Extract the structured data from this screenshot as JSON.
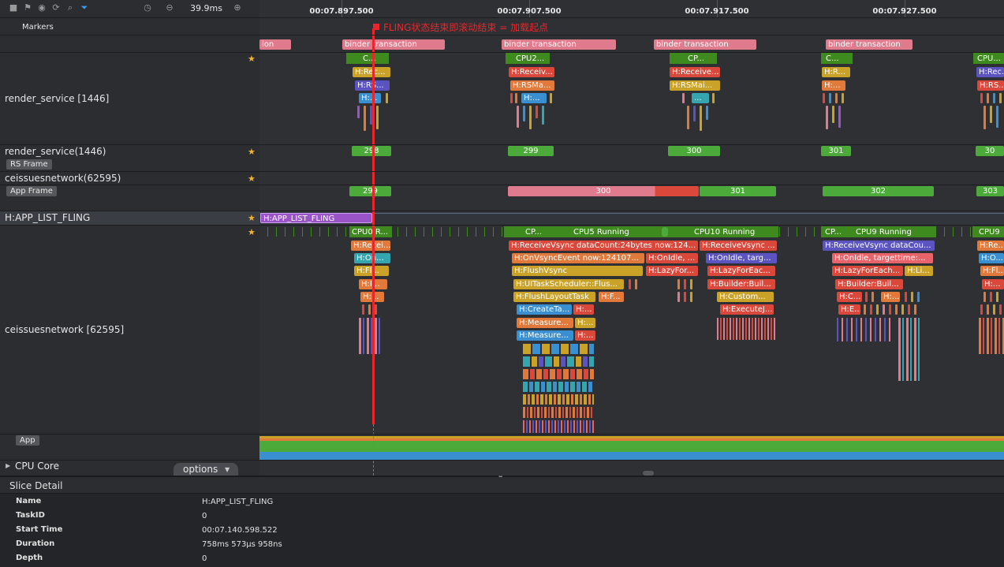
{
  "toolbar": {
    "zoom_value": "39.9ms",
    "icons": [
      "square-icon",
      "flag-icon",
      "record-icon",
      "capture-icon",
      "search-icon",
      "filter-icon",
      "timer-icon",
      "zoom-out-icon",
      "zoom-in-icon"
    ]
  },
  "timeline": {
    "ticks": [
      "00:07.897.500",
      "00:07.907.500",
      "00:07.917.500",
      "00:07.927.500"
    ]
  },
  "annotation": {
    "text": "FLING状态结束即滚动结束 = 加载起点",
    "color": "#e8262c"
  },
  "rows": {
    "markers": "Markers",
    "render_service_process": "render_service [1446]",
    "render_service_frame": "render_service(1446)",
    "rs_frame_tag": "RS Frame",
    "app_process_frame": "ceissuesnetwork(62595)",
    "app_frame_tag": "App Frame",
    "fling_row": "H:APP_LIST_FLING",
    "app_process": "ceissuesnetwork [62595]",
    "app_tag": "App",
    "cpu_core": "CPU Core",
    "options_label": "options"
  },
  "slices": {
    "binder": [
      "ion",
      "binder transaction",
      "binder transaction",
      "binder transaction",
      "binder transaction"
    ],
    "rs_cpu": [
      "C...",
      "CPU2...",
      "CP...",
      "C...",
      "CPU..."
    ],
    "rs_l1": [
      "H:Rec...",
      "H:Receiv...",
      "H:Receive...",
      "H:R...",
      "H:Rec..."
    ],
    "rs_l2": [
      "H:RS...",
      "H:RSMa...",
      "H:RSMai...",
      "H:...",
      "H:RS..."
    ],
    "rs_l3": [
      "H:...",
      "H:...",
      "...",
      "",
      ""
    ],
    "rs_frames": [
      "298",
      "299",
      "300",
      "301",
      "30"
    ],
    "app_frames": [
      "299",
      "300",
      "301",
      "302",
      "303"
    ],
    "fling": "H:APP_LIST_FLING",
    "app_cpu": [
      "CPU0 R...",
      "CP...",
      "CPU5 Running",
      "CPU10 Running",
      "CP...",
      "CPU9 Running",
      "CPU9"
    ],
    "app_l1": [
      "H:Recei...",
      "H:ReceiveVsync dataCount:24bytes now:124...",
      "H:ReceiveVsync ...",
      "H:ReceiveVsync dataCou...",
      "H:Re..."
    ],
    "app_l2": [
      "H:On...",
      "H:OnVsyncEvent now:124107...",
      "H:OnIdle, ...",
      "H:OnIdle, targ...",
      "H:OnIdle, targettime:...",
      "H:O..."
    ],
    "app_l3": [
      "H:Fl...",
      "H:FlushVsync",
      "H:LazyFor...",
      "H:LazyForEac...",
      "H:LazyForEach...",
      "H:Li...",
      "H:Fl..."
    ],
    "app_l4": [
      "H:I...",
      "H:UITaskScheduler::Flus...",
      "H:Builder:Buil...",
      "H:Builder:Buil...",
      "H:..."
    ],
    "app_l5": [
      "H:...",
      "H:FlushLayoutTask",
      "H:F...",
      "H:Custom...",
      "H:C...",
      "H:..."
    ],
    "app_l6": [
      "H:CreateTa...",
      "H:...",
      "H:ExecuteJ...",
      "H:E..."
    ],
    "app_l7": [
      "H:Measure...",
      "H:..."
    ],
    "app_l8": [
      "H:Measure...",
      "H:..."
    ]
  },
  "detail": {
    "title": "Slice Detail",
    "fields": [
      {
        "key": "Name",
        "value": "H:APP_LIST_FLING"
      },
      {
        "key": "TaskID",
        "value": "0"
      },
      {
        "key": "Start Time",
        "value": "00:07.140.598.522"
      },
      {
        "key": "Duration",
        "value": "758ms 573μs 958ns"
      },
      {
        "key": "Depth",
        "value": "0"
      }
    ]
  },
  "colors": {
    "green": "#3f8a1e",
    "pink": "#e07a8d",
    "red": "#d9483b",
    "orange": "#e0793a",
    "yellow": "#c9a227",
    "blue": "#3a8fd0",
    "purple": "#5b53c0",
    "violet": "#9a54c8",
    "teal": "#35a6b0",
    "salmon": "#e8646a"
  }
}
